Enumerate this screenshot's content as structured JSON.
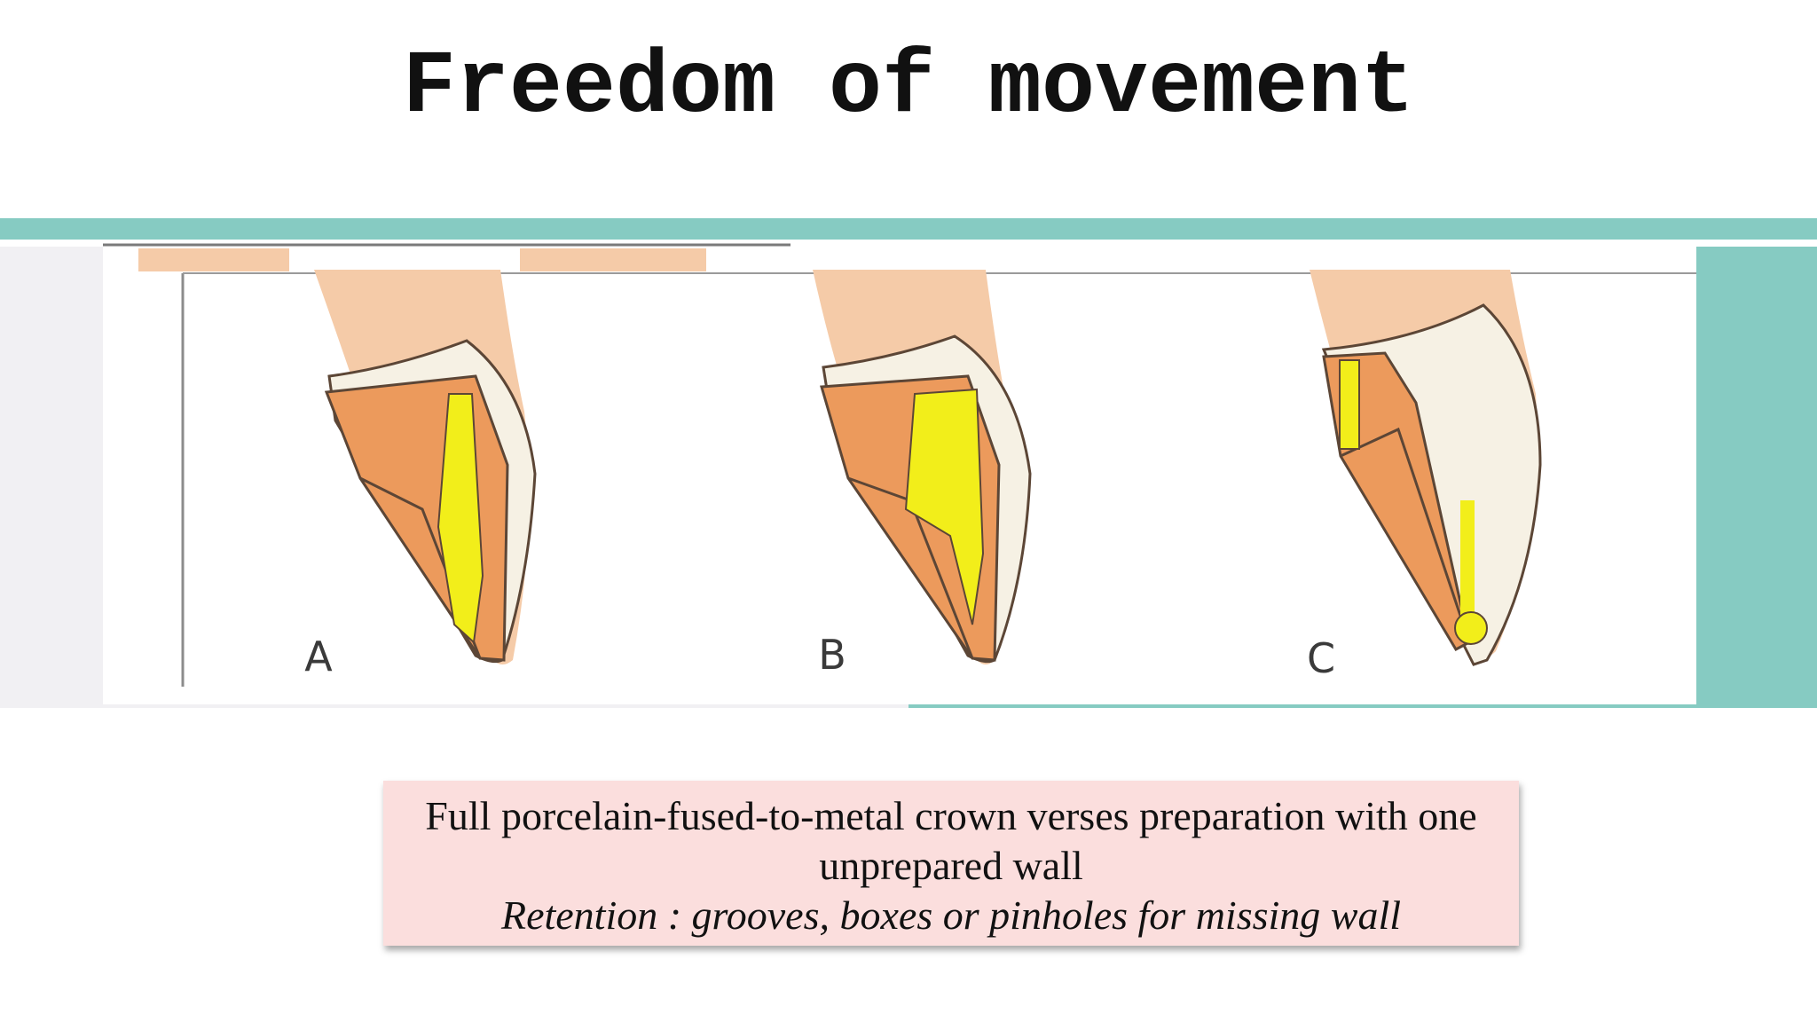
{
  "slide": {
    "title": "Freedom of movement"
  },
  "figure": {
    "labels": [
      "A",
      "B",
      "C"
    ]
  },
  "caption": {
    "main": "Full porcelain-fused-to-metal crown verses preparation with one unprepared wall",
    "sub": "Retention : grooves, boxes or pinholes for missing wall"
  },
  "colors": {
    "accent": "#86cbc2",
    "caption_bg": "#fbdedd",
    "porcelain": "#f6f1e4",
    "metal": "#ec9a5c",
    "root": "#f5cba8",
    "retention": "#f2ee1a"
  }
}
